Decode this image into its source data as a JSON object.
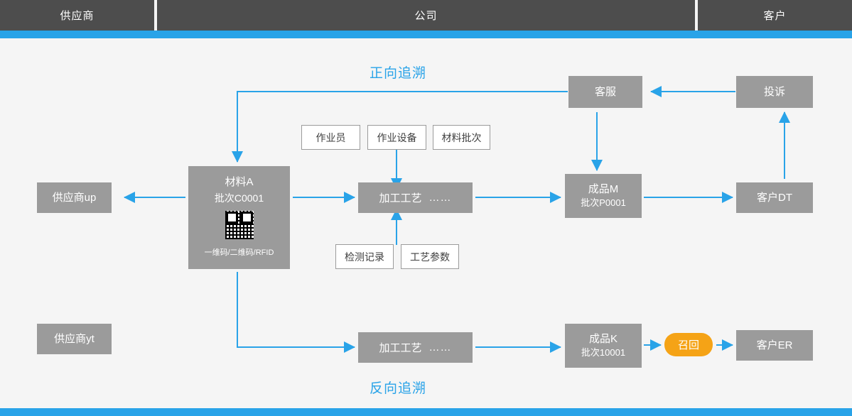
{
  "header": {
    "supplier": "供应商",
    "company": "公司",
    "customer": "客户"
  },
  "labels": {
    "forward": "正向追溯",
    "backward": "反向追溯"
  },
  "nodes": {
    "supplier_up": "供应商up",
    "supplier_yt": "供应商yt",
    "material": {
      "name": "材料A",
      "batch": "批次C0001",
      "codes": "一维码/二维码/RFID"
    },
    "process_top": "加工工艺",
    "process_top_dots": "……",
    "process_bottom": "加工工艺",
    "process_bottom_dots": "……",
    "product_m": {
      "name": "成品M",
      "batch": "批次P0001"
    },
    "product_k": {
      "name": "成品K",
      "batch": "批次10001"
    },
    "customer_dt": "客户DT",
    "customer_er": "客户ER",
    "service": "客服",
    "complaint": "投诉",
    "recall": "召回",
    "operator": "作业员",
    "equipment": "作业设备",
    "material_batch": "材料批次",
    "inspection": "检测记录",
    "parameters": "工艺参数"
  },
  "colors": {
    "accent": "#29a3e8",
    "node": "#9b9b9b",
    "header": "#4d4d4d",
    "recall": "#f5a316"
  }
}
